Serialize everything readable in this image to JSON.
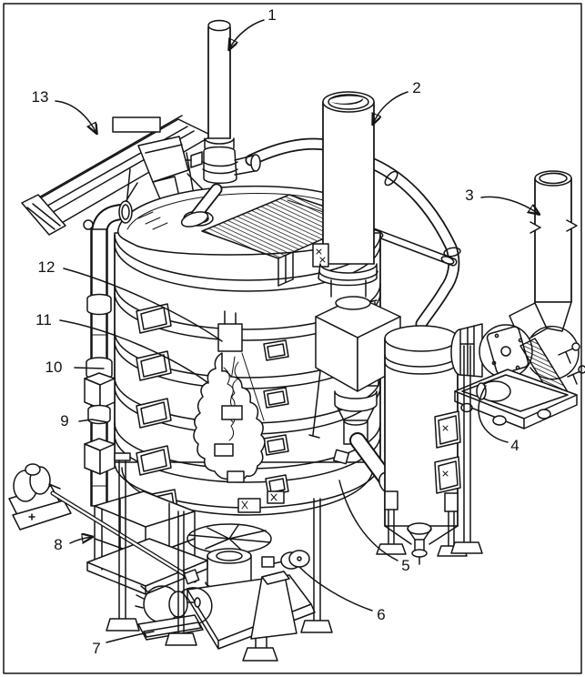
{
  "figure": {
    "background": "#ffffff",
    "ink": "#141414",
    "border_color": "#000000"
  },
  "callouts": [
    {
      "label": "1"
    },
    {
      "label": "2"
    },
    {
      "label": "3"
    },
    {
      "label": "4"
    },
    {
      "label": "5"
    },
    {
      "label": "6"
    },
    {
      "label": "7"
    },
    {
      "label": "8"
    },
    {
      "label": "9"
    },
    {
      "label": "10"
    },
    {
      "label": "11"
    },
    {
      "label": "12"
    },
    {
      "label": "13"
    }
  ]
}
